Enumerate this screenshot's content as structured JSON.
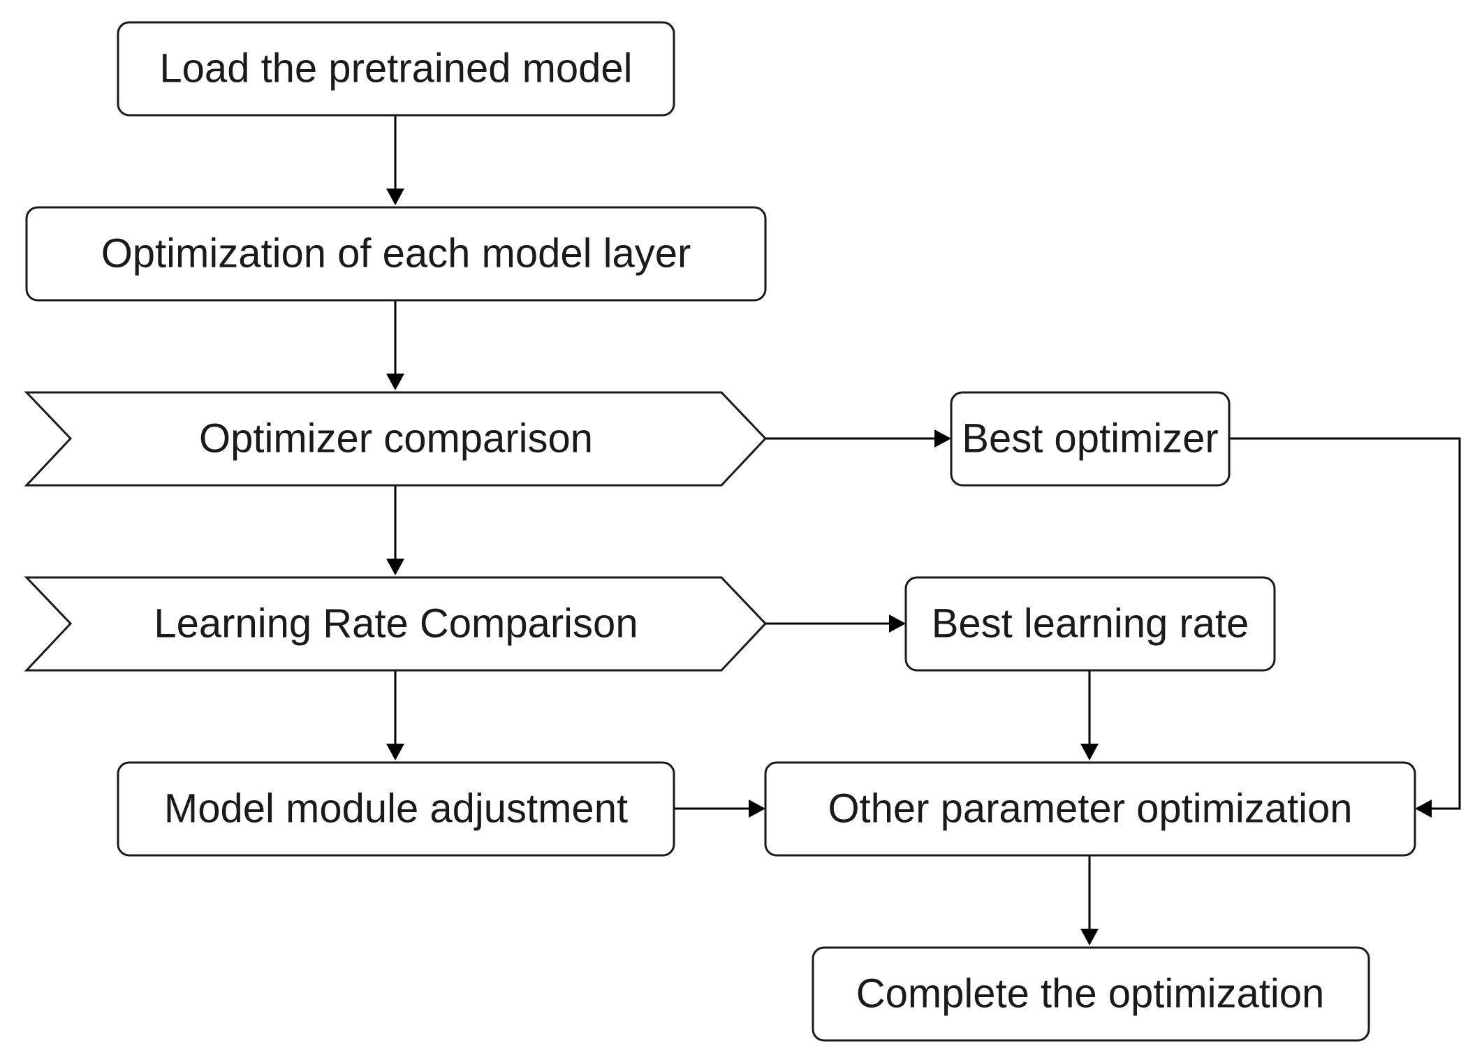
{
  "nodes": {
    "load_model": "Load the pretrained model",
    "optimize_layers": "Optimization of each model layer",
    "optimizer_comparison": "Optimizer comparison",
    "best_optimizer": "Best optimizer",
    "lr_comparison": "Learning Rate Comparison",
    "best_lr": "Best learning rate",
    "module_adjustment": "Model module adjustment",
    "other_params": "Other parameter optimization",
    "complete": "Complete the optimization"
  },
  "edges": [
    {
      "from": "load_model",
      "to": "optimize_layers"
    },
    {
      "from": "optimize_layers",
      "to": "optimizer_comparison"
    },
    {
      "from": "optimizer_comparison",
      "to": "best_optimizer"
    },
    {
      "from": "optimizer_comparison",
      "to": "lr_comparison"
    },
    {
      "from": "lr_comparison",
      "to": "best_lr"
    },
    {
      "from": "lr_comparison",
      "to": "module_adjustment"
    },
    {
      "from": "best_lr",
      "to": "other_params"
    },
    {
      "from": "best_optimizer",
      "to": "other_params"
    },
    {
      "from": "module_adjustment",
      "to": "other_params"
    },
    {
      "from": "other_params",
      "to": "complete"
    }
  ]
}
